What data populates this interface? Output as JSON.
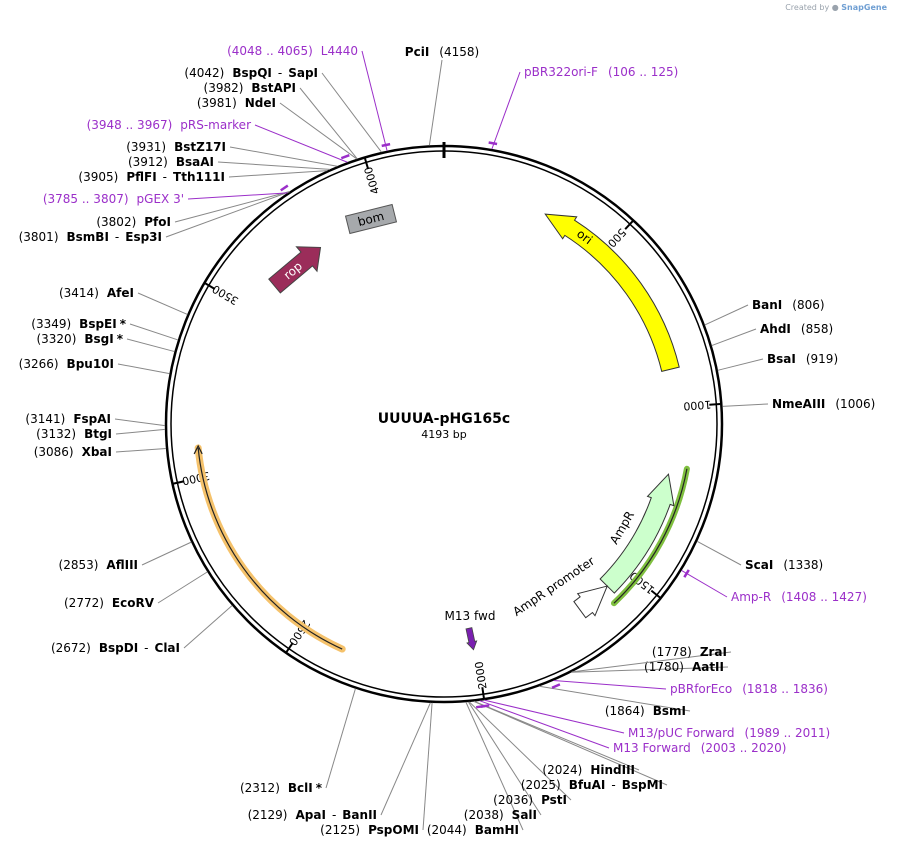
{
  "credit": {
    "prefix": "Created by",
    "brand": "SnapGene"
  },
  "map": {
    "name": "UUUUA-pHG165c",
    "size": 4193,
    "size_label": "4193 bp",
    "scale_ticks": [
      500,
      1000,
      1500,
      2000,
      2500,
      3000,
      3500,
      4000
    ]
  },
  "colors": {
    "ori": "#ffff00",
    "ampr": "#ccffcc",
    "ampr_promoter": "#ffffff",
    "bom": "#a6a9ac",
    "rop": "#9b2d5a",
    "primer": "#9b2fc9",
    "m13": "#7a1fb0",
    "orange_feature": "#f5c26b",
    "green_feature": "#7fbf3f"
  },
  "features": [
    {
      "name": "ori",
      "start": 300,
      "end": 890,
      "strand": -1,
      "color": "ori",
      "type": "arc"
    },
    {
      "name": "AmpR",
      "start": 1195,
      "end": 1570,
      "strand": -1,
      "color": "ampr",
      "type": "arc"
    },
    {
      "name": "AmpR promoter",
      "start": 1570,
      "end": 1675,
      "strand": -1,
      "color": "ampr_promoter",
      "type": "arc"
    },
    {
      "name": "bom",
      "start": 3930,
      "end": 4070,
      "strand": 0,
      "color": "bom",
      "type": "box"
    },
    {
      "name": "rop",
      "start": 3600,
      "end": 3780,
      "strand": 1,
      "color": "rop",
      "type": "arrow"
    },
    {
      "name": "M13 fwd",
      "start": 1985,
      "end": 2010,
      "strand": 1,
      "color": "m13",
      "type": "small"
    }
  ],
  "orange_arc": {
    "start": 2380,
    "end": 3080
  },
  "green_arc": {
    "start": 1170,
    "end": 1590
  },
  "enzymes": [
    {
      "name": "PciI",
      "pos": "(4158)",
      "site": 4158
    },
    {
      "name": "BspQI",
      "name2": "SapI",
      "pos": "(4042)",
      "site": 4042
    },
    {
      "name": "BstAPI",
      "pos": "(3982)",
      "site": 3982
    },
    {
      "name": "NdeI",
      "pos": "(3981)",
      "site": 3981
    },
    {
      "name": "BstZ17I",
      "pos": "(3931)",
      "site": 3931
    },
    {
      "name": "BsaAI",
      "pos": "(3912)",
      "site": 3912
    },
    {
      "name": "PflFI",
      "name2": "Tth111I",
      "pos": "(3905)",
      "site": 3905
    },
    {
      "name": "PfoI",
      "pos": "(3802)",
      "site": 3802
    },
    {
      "name": "BsmBI",
      "name2": "Esp3I",
      "pos": "(3801)",
      "site": 3801
    },
    {
      "name": "AfeI",
      "pos": "(3414)",
      "site": 3414
    },
    {
      "name": "BspEI",
      "star": "*",
      "pos": "(3349)",
      "site": 3349
    },
    {
      "name": "BsgI",
      "star": "*",
      "pos": "(3320)",
      "site": 3320
    },
    {
      "name": "Bpu10I",
      "pos": "(3266)",
      "site": 3266
    },
    {
      "name": "FspAI",
      "pos": "(3141)",
      "site": 3141
    },
    {
      "name": "BtgI",
      "pos": "(3132)",
      "site": 3132
    },
    {
      "name": "XbaI",
      "pos": "(3086)",
      "site": 3086
    },
    {
      "name": "AflIII",
      "pos": "(2853)",
      "site": 2853
    },
    {
      "name": "EcoRV",
      "pos": "(2772)",
      "site": 2772
    },
    {
      "name": "BspDI",
      "name2": "ClaI",
      "pos": "(2672)",
      "site": 2672
    },
    {
      "name": "BclI",
      "star": "*",
      "pos": "(2312)",
      "site": 2312
    },
    {
      "name": "ApaI",
      "name2": "BanII",
      "pos": "(2129)",
      "site": 2129
    },
    {
      "name": "PspOMI",
      "pos": "(2125)",
      "site": 2125
    },
    {
      "name": "BamHI",
      "pos": "(2044)",
      "site": 2044
    },
    {
      "name": "SalI",
      "pos": "(2038)",
      "site": 2038
    },
    {
      "name": "PstI",
      "pos": "(2036)",
      "site": 2036
    },
    {
      "name": "BfuAI",
      "name2": "BspMI",
      "pos": "(2025)",
      "site": 2025
    },
    {
      "name": "HindIII",
      "pos": "(2024)",
      "site": 2024
    },
    {
      "name": "BsmI",
      "pos": "(1864)",
      "site": 1864
    },
    {
      "name": "AatII",
      "pos": "(1780)",
      "site": 1780
    },
    {
      "name": "ZraI",
      "pos": "(1778)",
      "site": 1778
    },
    {
      "name": "ScaI",
      "pos": "(1338)",
      "site": 1338
    },
    {
      "name": "NmeAIII",
      "pos": "(1006)",
      "site": 1006
    },
    {
      "name": "BsaI",
      "pos": "(919)",
      "site": 919
    },
    {
      "name": "AhdI",
      "pos": "(858)",
      "site": 858
    },
    {
      "name": "BanI",
      "pos": "(806)",
      "site": 806
    }
  ],
  "primers": [
    {
      "name": "L4440",
      "range": "(4048 .. 4065)",
      "site": 4056
    },
    {
      "name": "pBR322ori-F",
      "range": "(106 .. 125)",
      "site": 115
    },
    {
      "name": "pRS-marker",
      "range": "(3948 .. 3967)",
      "site": 3957
    },
    {
      "name": "pGEX 3'",
      "range": "(3785 .. 3807)",
      "site": 3796
    },
    {
      "name": "Amp-R",
      "range": "(1408 .. 1427)",
      "site": 1417
    },
    {
      "name": "pBRforEco",
      "range": "(1818 .. 1836)",
      "site": 1827
    },
    {
      "name": "M13/pUC Forward",
      "range": "(1989 .. 2011)",
      "site": 2000
    },
    {
      "name": "M13 Forward",
      "range": "(2003 .. 2020)",
      "site": 2011
    }
  ]
}
